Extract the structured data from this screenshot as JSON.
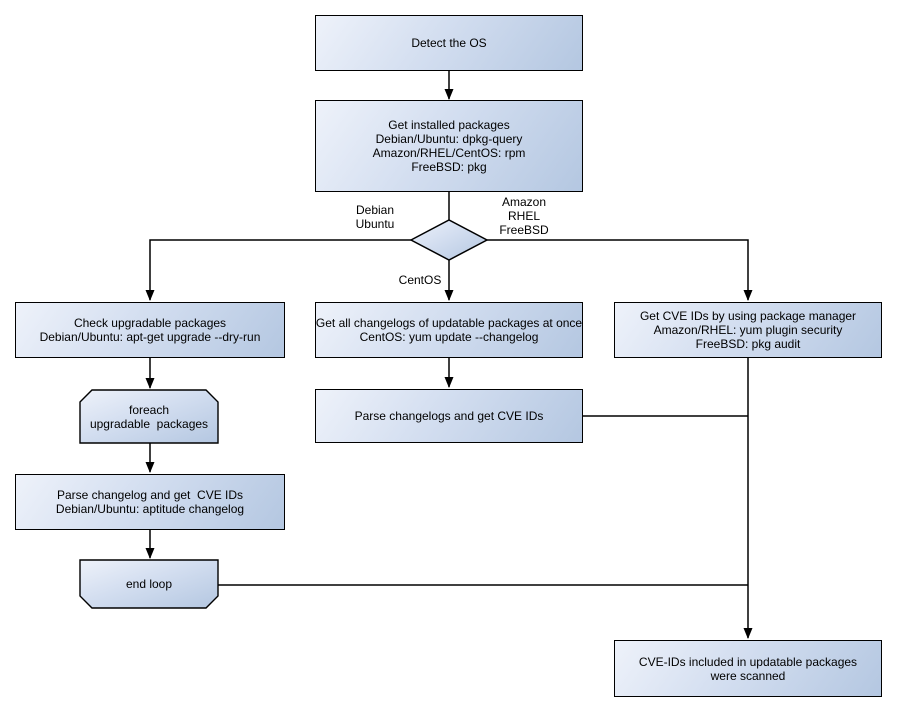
{
  "diagram_type": "flowchart",
  "nodes": {
    "detect_os": "Detect the OS",
    "get_installed_packages": "Get installed packages\nDebian/Ubuntu: dpkg-query\nAmazon/RHEL/CentOS: rpm\nFreeBSD: pkg",
    "check_upgradable": "Check upgradable packages\nDebian/Ubuntu: apt-get upgrade --dry-run",
    "foreach_loop": "foreach\nupgradable  packages",
    "parse_changelog_debian": "Parse changelog and get  CVE IDs\nDebian/Ubuntu: aptitude changelog",
    "end_loop": "end loop",
    "get_changelogs_centos": "Get all changelogs of updatable packages at once\nCentOS: yum update --changelog",
    "parse_changelogs_centos": "Parse changelogs and get CVE IDs",
    "get_cve_pkg_manager": "Get CVE IDs by using package manager\nAmazon/RHEL: yum plugin security\nFreeBSD: pkg audit",
    "result": "CVE-IDs included in updatable packages\nwere scanned"
  },
  "edge_labels": {
    "debian_ubuntu": "Debian\nUbuntu",
    "amazon_rhel_freebsd": "Amazon\nRHEL\nFreeBSD",
    "centos": "CentOS"
  },
  "colors": {
    "node_fill_light": "#eef2fa",
    "node_fill_dark": "#b4c7e1",
    "node_border": "#000000",
    "connector": "#000000",
    "background": "#ffffff"
  }
}
